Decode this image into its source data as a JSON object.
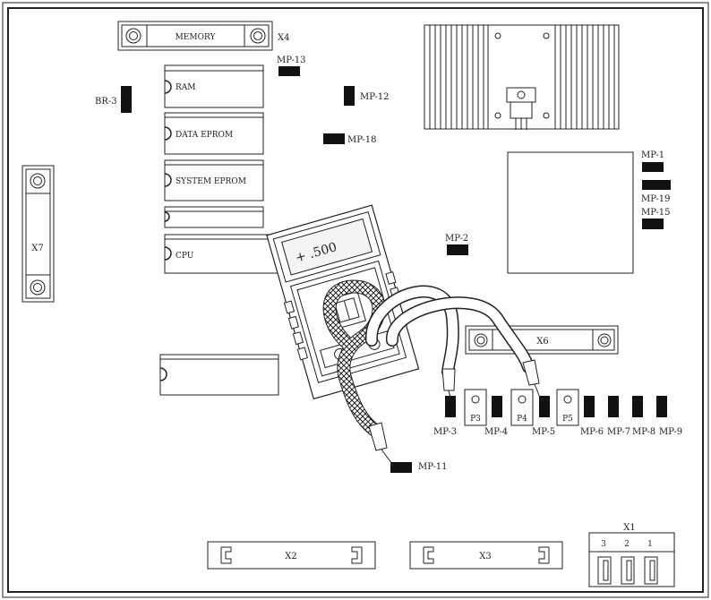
{
  "connectors": {
    "memory": "MEMORY",
    "x4": "X4",
    "x7": "X7",
    "x6": "X6",
    "x2": "X2",
    "x3": "X3",
    "x1": "X1",
    "x1_pins": [
      "3",
      "2",
      "1"
    ]
  },
  "chips": {
    "ram": "RAM",
    "data_eprom": "DATA EPROM",
    "system_eprom": "SYSTEM EPROM",
    "cpu": "CPU"
  },
  "meter": {
    "reading": "+ .500"
  },
  "bridge": {
    "label": "BR-3"
  },
  "pads": {
    "p3": "P3",
    "p4": "P4",
    "p5": "P5"
  },
  "test_points": {
    "mp1": "MP-1",
    "mp2": "MP-2",
    "mp3": "MP-3",
    "mp4": "MP-4",
    "mp5": "MP-5",
    "mp6": "MP-6",
    "mp7": "MP-7",
    "mp8": "MP-8",
    "mp9": "MP-9",
    "mp11": "MP-11",
    "mp12": "MP-12",
    "mp13": "MP-13",
    "mp15": "MP-15",
    "mp18": "MP-18",
    "mp19": "MP-19"
  },
  "colors": {
    "ink": "#222222",
    "board": "#ffffff",
    "pad": "#111111",
    "display": "#f4f4f4"
  }
}
